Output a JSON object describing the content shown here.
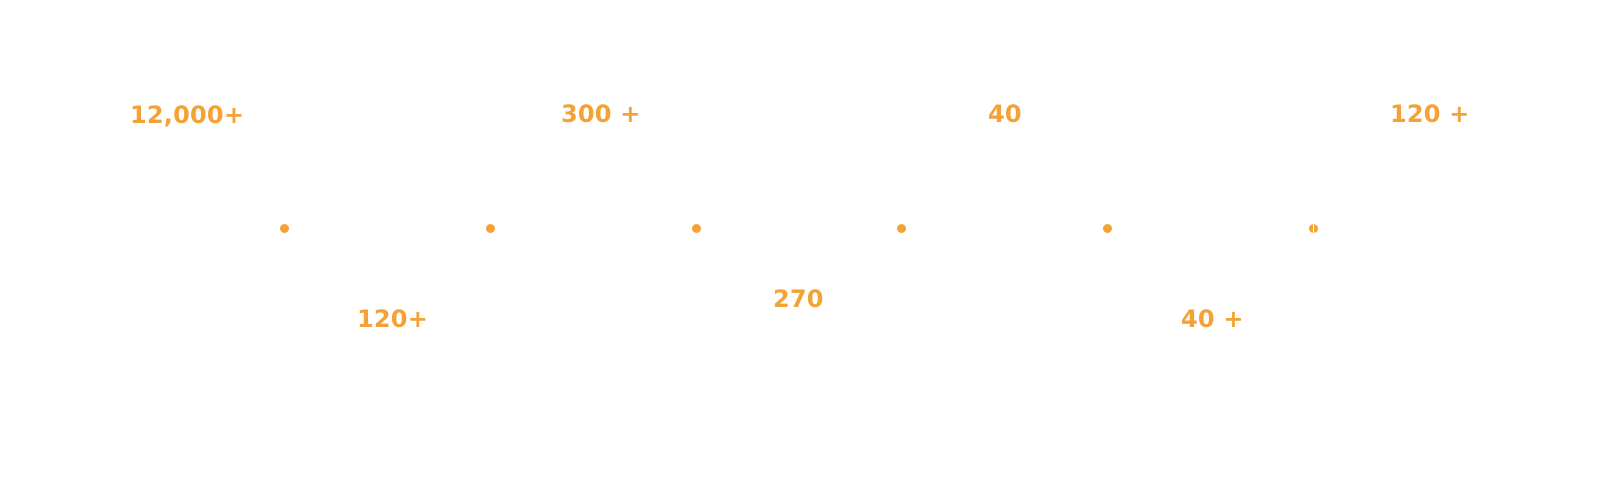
{
  "accent_color": "#F4A236",
  "stats": {
    "top": [
      "12,000+",
      "300 +",
      "40",
      "120 +"
    ],
    "bottom": [
      "120+",
      "270",
      "40 +"
    ]
  },
  "timeline": {
    "dot_count": 6
  }
}
